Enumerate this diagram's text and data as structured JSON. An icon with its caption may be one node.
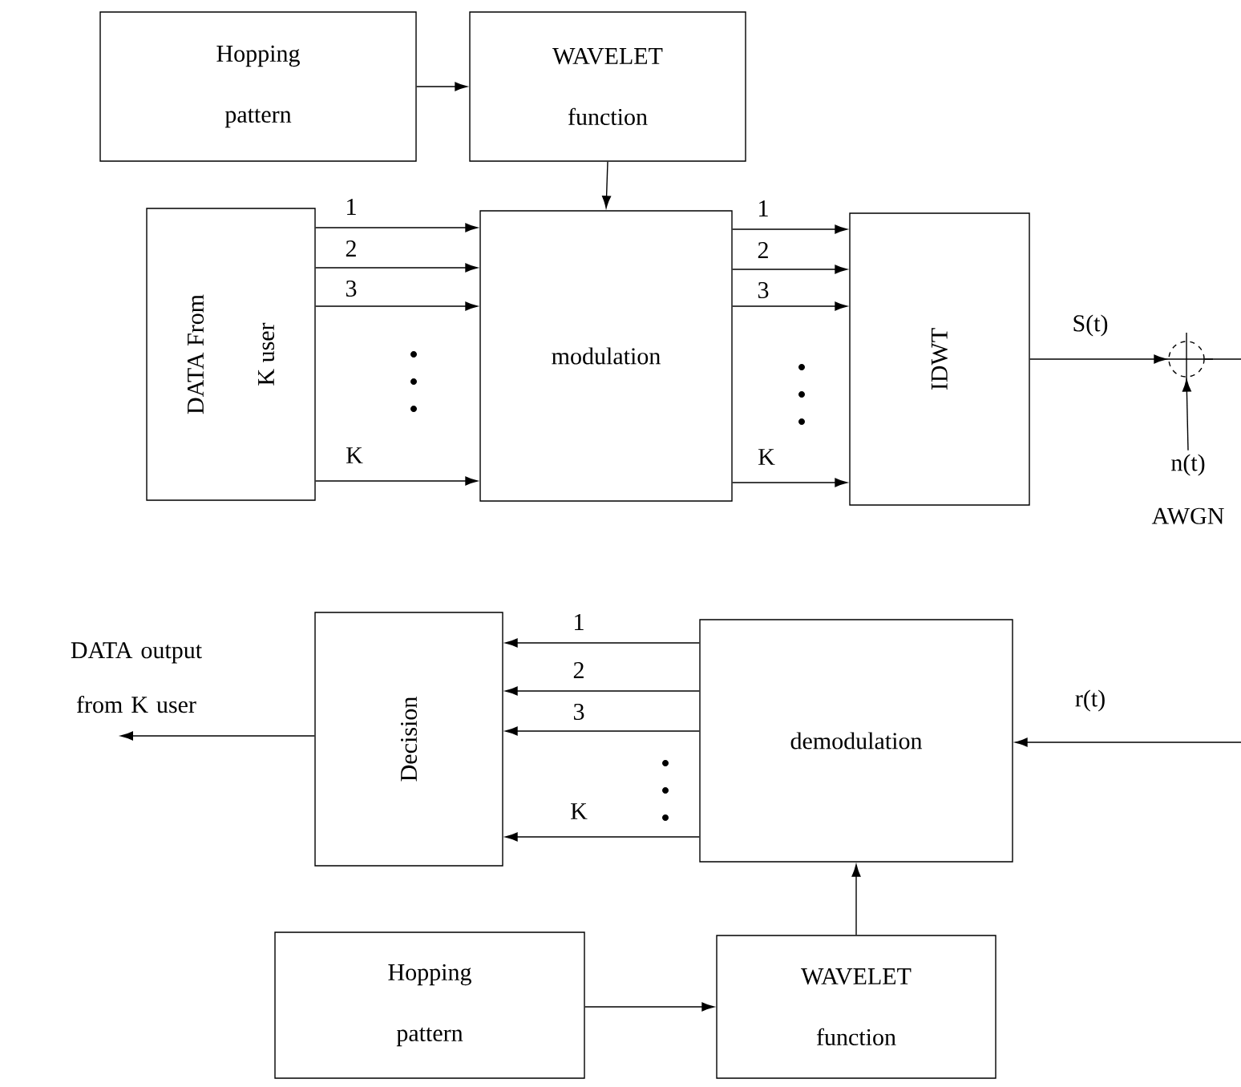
{
  "diagram": {
    "nodes": [
      {
        "text": [
          "Hopping pattern"
        ]
      },
      {
        "text": [
          "WAVELET function"
        ]
      },
      {
        "text": [
          "DATA From K user"
        ]
      },
      {
        "text": [
          "modulation"
        ]
      },
      {
        "text": [
          "IDWT"
        ]
      },
      {
        "text": [],
        "shape": "circle"
      },
      {
        "text": [
          "n(t)"
        ],
        "beside": [
          "AWGN"
        ]
      },
      {
        "text": [
          "Decision"
        ]
      },
      {
        "text": [
          "demodulation"
        ]
      },
      {
        "text": [
          "DATA output from K user"
        ]
      },
      {
        "text": [
          "Hopping pattern"
        ]
      },
      {
        "text": [
          "WAVELET function"
        ]
      }
    ],
    "edges": [
      {
        "from": 0,
        "to": 1,
        "arrow": "to"
      },
      {
        "from": 1,
        "to": 3,
        "arrow": "to"
      },
      {
        "from": 2,
        "to": 3,
        "arrow": "to",
        "label": "1"
      },
      {
        "from": 2,
        "to": 3,
        "arrow": "to",
        "label": "2"
      },
      {
        "from": 2,
        "to": 3,
        "arrow": "to",
        "label": "3"
      },
      {
        "from": 2,
        "to": 3,
        "arrow": "to",
        "label": "K"
      },
      {
        "from": 3,
        "to": 4,
        "arrow": "to",
        "label": "1"
      },
      {
        "from": 3,
        "to": 4,
        "arrow": "to",
        "label": "2"
      },
      {
        "from": 3,
        "to": 4,
        "arrow": "to",
        "label": "3"
      },
      {
        "from": 3,
        "to": 4,
        "arrow": "to",
        "label": "K"
      },
      {
        "from": 4,
        "to": 5,
        "arrow": "to",
        "label": "S(t)"
      },
      {
        "from": 6,
        "to": 5,
        "arrow": "to"
      },
      {
        "from": 5,
        "to": null,
        "arrow": "none"
      },
      {
        "from": null,
        "to": 8,
        "arrow": "to",
        "label": "r(t)"
      },
      {
        "from": 8,
        "to": 7,
        "arrow": "to",
        "label": "1"
      },
      {
        "from": 8,
        "to": 7,
        "arrow": "to",
        "label": "2"
      },
      {
        "from": 8,
        "to": 7,
        "arrow": "to",
        "label": "3"
      },
      {
        "from": 8,
        "to": 7,
        "arrow": "to",
        "label": "K"
      },
      {
        "from": 7,
        "to": 9,
        "arrow": "to"
      },
      {
        "from": 11,
        "to": 8,
        "arrow": "to"
      },
      {
        "from": 10,
        "to": 11,
        "arrow": "to"
      }
    ]
  }
}
